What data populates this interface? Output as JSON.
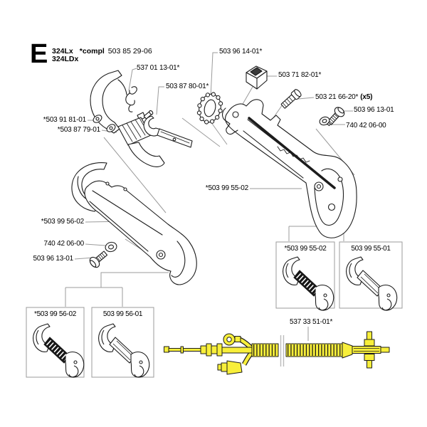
{
  "header": {
    "section_letter": "E",
    "model_1": "324Lx",
    "compl_label": "*compl",
    "compl_number": "503 85 29-06",
    "model_2": "324LDx"
  },
  "callouts": {
    "clip": "537 01 13-01*",
    "gear": "503 96 14-01*",
    "switch": "503 71 82-01*",
    "lockout": "503 87 80-01*",
    "bolt": "503 21 66-20*",
    "bolt_qty": "(x5)",
    "screw_right": "503 96 13-01",
    "washer_right": "740 42 06-00",
    "clamp": "*503 91 81-01",
    "trigger": "*503 87 79-01",
    "upper_half": "*503 99 55-02",
    "lower_half": "*503 99 56-02",
    "washer_left": "740 42 06-00",
    "screw_left": "503 96 13-01",
    "cable": "537 33 51-01*"
  },
  "insets": {
    "lower_ribbed": "*503 99 56-02",
    "lower_plain": "503 99 56-01",
    "upper_ribbed": "*503 99 55-02",
    "upper_plain": "503 99 55-01"
  },
  "colors": {
    "cable_yellow": "#f8ef3a",
    "ink": "#1c1c1c",
    "leader_gray": "#9b9b9b"
  }
}
